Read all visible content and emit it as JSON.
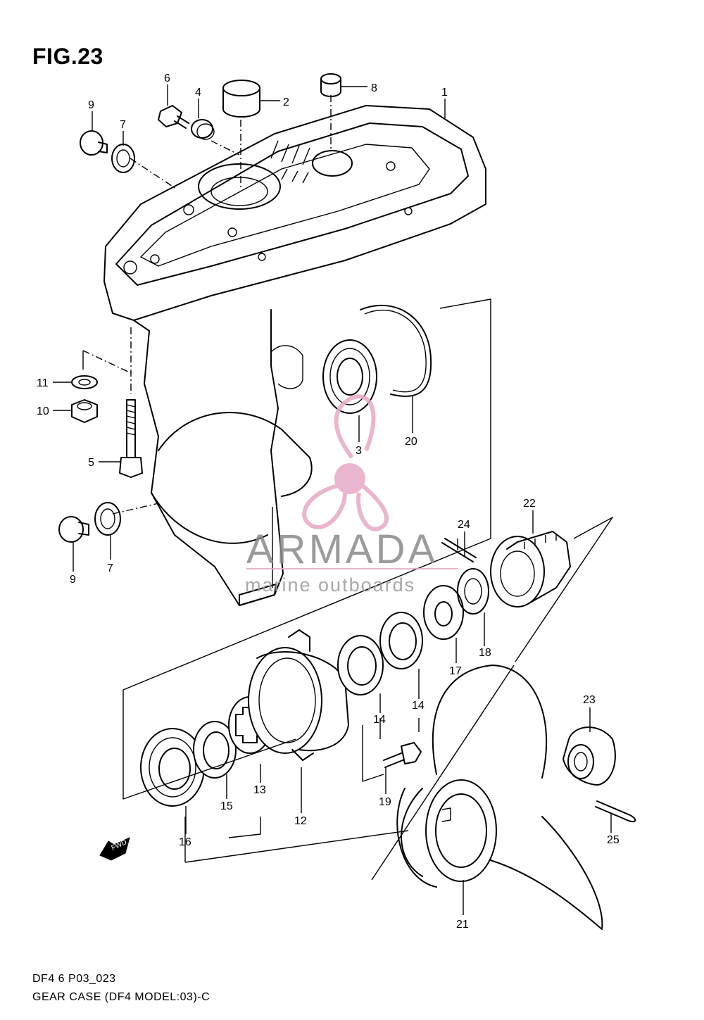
{
  "figure": {
    "title": "FIG.23",
    "code": "DF4 6 P03_023",
    "description": "GEAR CASE (DF4 MODEL:03)-C"
  },
  "watermark": {
    "brand": "ARMADA",
    "tagline": "marine outboards",
    "logo_color": "#e7a9c6",
    "logo_icon": "propeller-logo-icon"
  },
  "direction_marker": "FWD",
  "callouts": {
    "c1": "1",
    "c2": "2",
    "c3": "3",
    "c4": "4",
    "c5": "5",
    "c6": "6",
    "c7a": "7",
    "c7b": "7",
    "c8": "8",
    "c9a": "9",
    "c9b": "9",
    "c10": "10",
    "c11": "11",
    "c12": "12",
    "c13": "13",
    "c14a": "14",
    "c14b": "14",
    "c15": "15",
    "c16": "16",
    "c17": "17",
    "c18": "18",
    "c19": "19",
    "c20": "20",
    "c21": "21",
    "c22": "22",
    "c23": "23",
    "c24": "24",
    "c25": "25"
  },
  "colors": {
    "ink": "#000000",
    "watermark_text": "#8a8a8a"
  }
}
